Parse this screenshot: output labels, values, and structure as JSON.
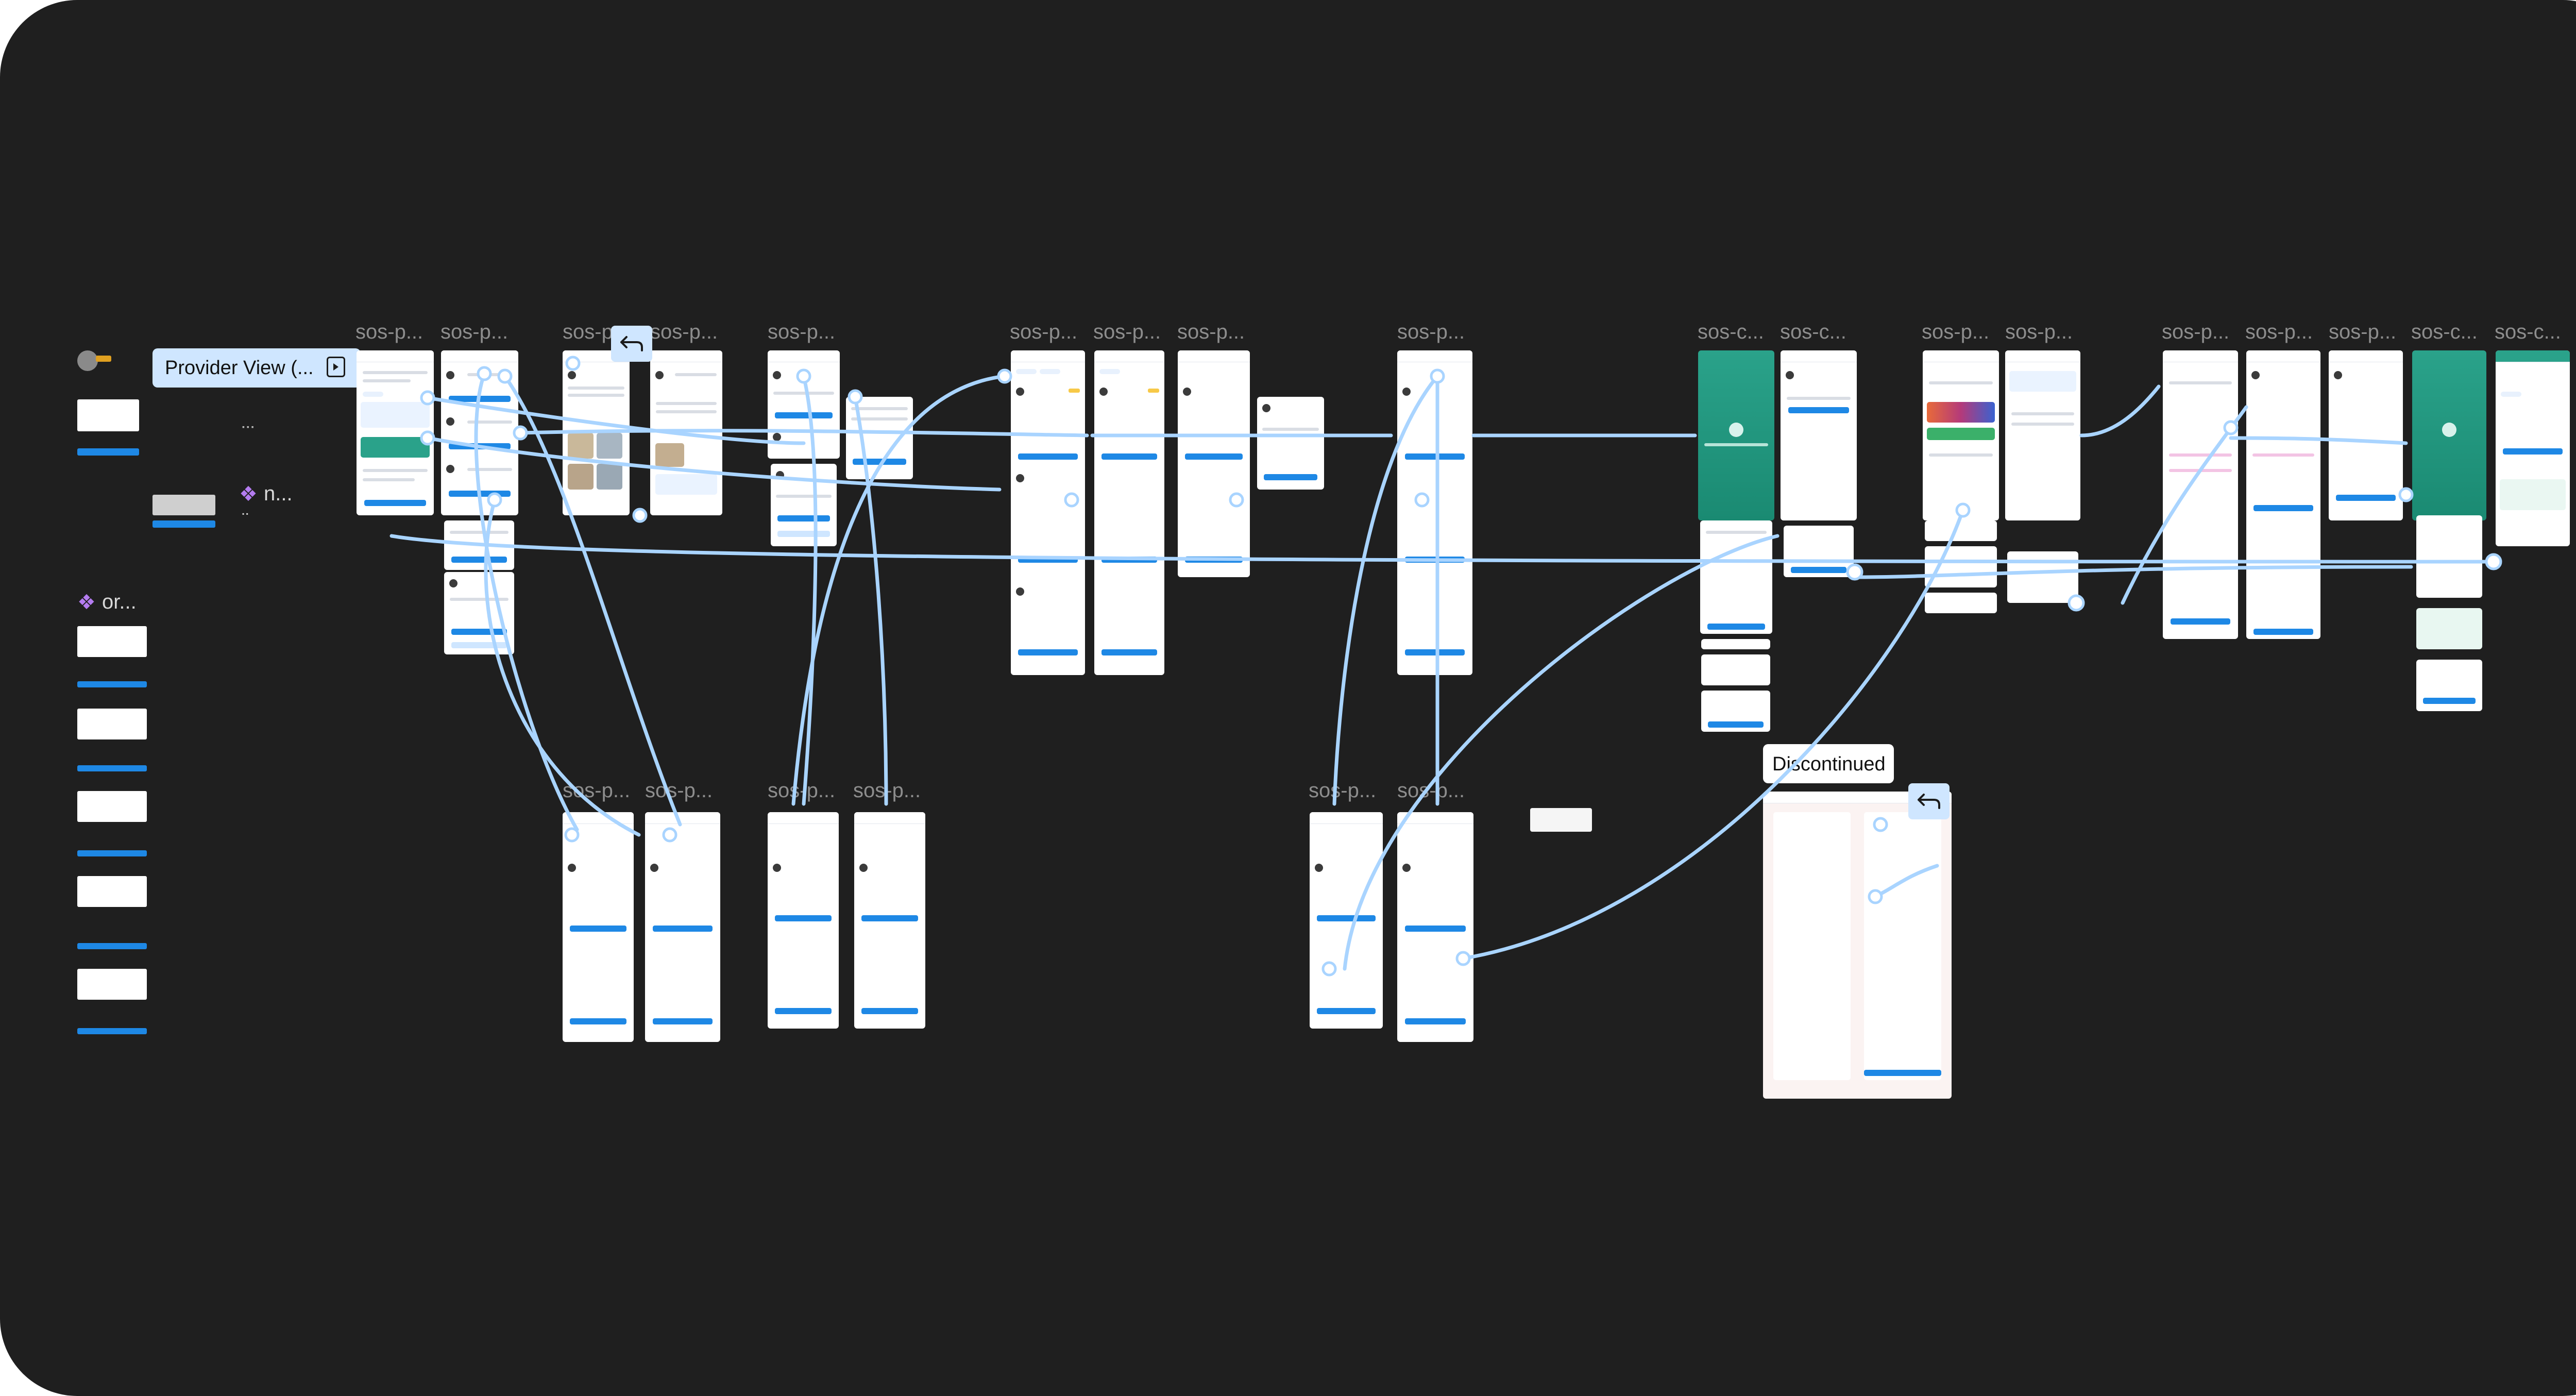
{
  "canvas": {
    "background": "#1f1f1f",
    "accent": "#a9d4ff"
  },
  "labels": {
    "flow_title": "Provider View (...",
    "discontinued": "Discontinued",
    "side_component_1": "n...",
    "side_component_2": "or..."
  },
  "frame_labels": [
    "sos-p...",
    "sos-p...",
    "sos-p...",
    "sos-p...",
    "sos-p...",
    "sos-p...",
    "sos-p...",
    "sos-p...",
    "sos-p...",
    "sos-c...",
    "sos-c...",
    "sos-p...",
    "sos-p...",
    "sos-p...",
    "sos-p...",
    "sos-p...",
    "sos-c...",
    "sos-c...",
    "sos-p...",
    "sos-p...",
    "sos-p...",
    "sos-p...",
    "sos-p...",
    "sos-p..."
  ],
  "icons": {
    "flow_start": "play-icon",
    "back": "back-arrow-icon",
    "component": "component-diamond-icon"
  }
}
